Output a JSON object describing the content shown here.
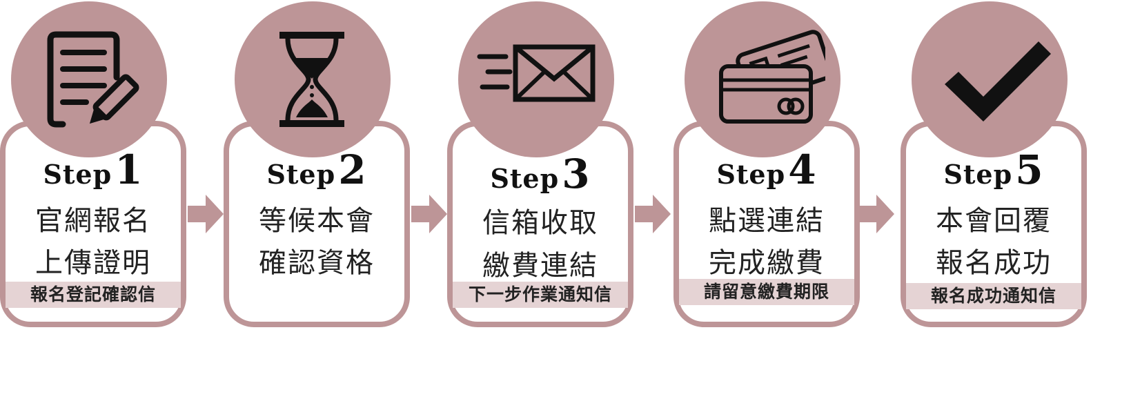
{
  "colors": {
    "accent": "#bd9597",
    "note_bg": "#e5d3d4",
    "text": "#222222",
    "icon": "#111111"
  },
  "steps": [
    {
      "word": "Step",
      "number": "1",
      "line1": "官網報名",
      "line2": "上傳證明",
      "note": "報名登記確認信",
      "icon": "document-edit-icon"
    },
    {
      "word": "Step",
      "number": "2",
      "line1": "等候本會",
      "line2": "確認資格",
      "note": "",
      "icon": "hourglass-icon"
    },
    {
      "word": "Step",
      "number": "3",
      "line1": "信箱收取",
      "line2": "繳費連結",
      "note": "下一步作業通知信",
      "icon": "envelope-icon"
    },
    {
      "word": "Step",
      "number": "4",
      "line1": "點選連結",
      "line2": "完成繳費",
      "note": "請留意繳費期限",
      "icon": "credit-card-icon"
    },
    {
      "word": "Step",
      "number": "5",
      "line1": "本會回覆",
      "line2": "報名成功",
      "note": "報名成功通知信",
      "icon": "checkmark-icon"
    }
  ],
  "arrows": [
    "arrow-right-icon",
    "arrow-right-icon",
    "arrow-right-icon",
    "arrow-right-icon"
  ]
}
